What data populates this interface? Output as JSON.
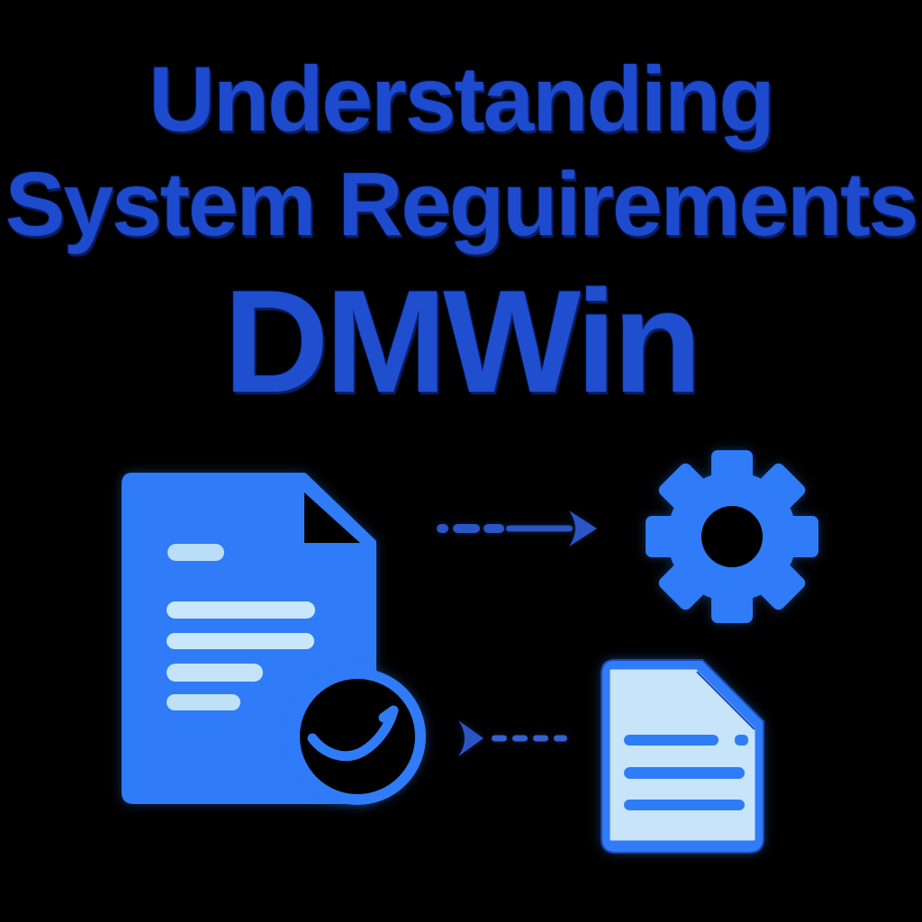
{
  "page": {
    "background_color": "#000000",
    "kind": "promotional diagram poster"
  },
  "title": {
    "line1": "Understanding",
    "line2": "System Reguirements"
  },
  "product_name": "DMWin",
  "colors": {
    "heading_blue": "#1e4bcd",
    "icon_blue": "#2f7bf8",
    "icon_light_blue": "#c7e4f9",
    "arrow_blue": "#2a55c4",
    "background": "#000000"
  },
  "artwork": {
    "icons": [
      {
        "name": "document-with-lines-icon",
        "position": "left",
        "style": "blue sheet, folded corner, 5 light text lines"
      },
      {
        "name": "check-circle-icon",
        "position": "over document bottom-right",
        "style": "blue ring with curved checkmark"
      },
      {
        "name": "gear-icon",
        "position": "top-right",
        "style": "8-tooth blue cog with hollow center"
      },
      {
        "name": "output-document-icon",
        "position": "bottom-right",
        "style": "light sheet with blue border, folded corner, 3 blue text bars"
      }
    ],
    "connectors": [
      {
        "name": "dashed-arrow-right",
        "from": "document",
        "to": "gear",
        "style": "dot, two dashes, solid shaft, right arrowhead"
      },
      {
        "name": "chevron-dashed-line",
        "from": "check-circle",
        "to": "output-document",
        "style": "right chevron followed by four dashes"
      }
    ]
  }
}
